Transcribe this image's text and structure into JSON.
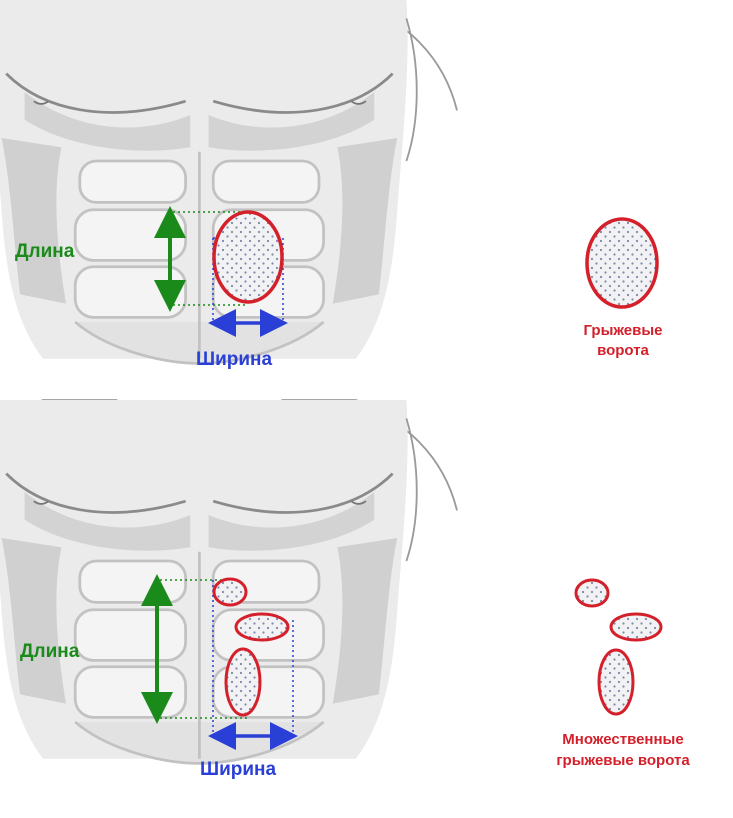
{
  "colors": {
    "length": "#1a8a1a",
    "width": "#2a3fd6",
    "hernia": "#d4202a",
    "body_fill": "#e6e6e6",
    "body_shade": "#c8c8c8",
    "body_line": "#8a8a8a"
  },
  "panels": [
    {
      "length_label": "Длина",
      "width_label": "Ширина",
      "legend_label_lines": [
        "Грыжевые",
        "ворота"
      ]
    },
    {
      "length_label": "Длина",
      "width_label": "Ширина",
      "legend_label_lines": [
        "Множественные",
        "грыжевые ворота"
      ]
    }
  ]
}
